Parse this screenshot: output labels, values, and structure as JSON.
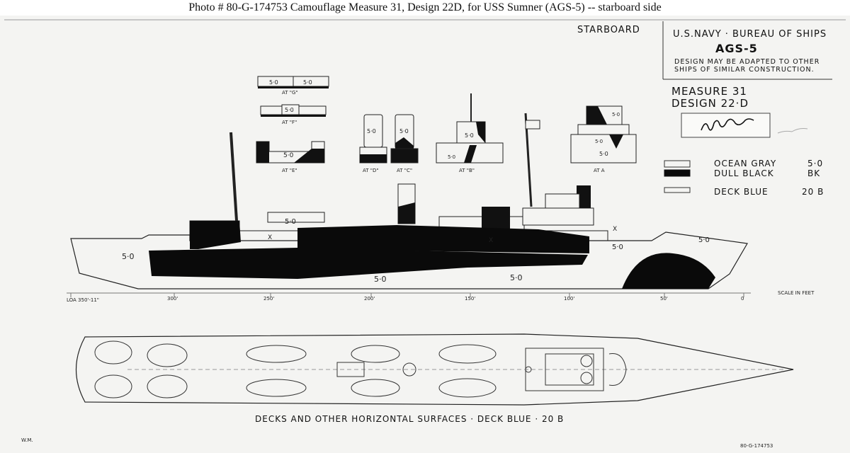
{
  "caption": "Photo #  80-G-174753     Camouflage Measure 31, Design 22D, for USS Sumner (AGS-5) -- starboard side",
  "side_label": "STARBOARD",
  "title_block": {
    "agency": "U.S.NAVY · BUREAU OF SHIPS",
    "ship": "AGS-5",
    "note_line1": "DESIGN MAY BE ADAPTED TO OTHER",
    "note_line2": "SHIPS OF SIMILAR CONSTRUCTION.",
    "measure": "MEASURE 31",
    "design": "DESIGN 22·D"
  },
  "legend": [
    {
      "name": "OCEAN GRAY",
      "code": "5·0",
      "color": "#f4f4f2"
    },
    {
      "name": "DULL BLACK",
      "code": "BK",
      "color": "#0a0a0a"
    },
    {
      "name": "DECK BLUE",
      "code": "20 B",
      "color": "#f4f4f2"
    }
  ],
  "sections": [
    {
      "label": "AT \"G\"",
      "codes": [
        "5·0",
        "5·0"
      ]
    },
    {
      "label": "AT \"F\"",
      "codes": [
        "5·0"
      ]
    },
    {
      "label": "AT \"E\"",
      "codes": [
        "5·0"
      ]
    },
    {
      "label": "AT \"D\"",
      "codes": [
        "5·0"
      ]
    },
    {
      "label": "AT \"C\"",
      "codes": [
        "5·0"
      ]
    },
    {
      "label": "AT \"B\"",
      "codes": [
        "5·0",
        "5·0"
      ]
    },
    {
      "label": "AT A",
      "codes": [
        "5·0",
        "5·0",
        "5·0"
      ]
    }
  ],
  "hull_codes": [
    "5·0",
    "5·0",
    "5·0",
    "5·0",
    "5·0",
    "5·0"
  ],
  "x_mark": "X",
  "scale": {
    "label": "SCALE IN FEET",
    "ticks": [
      "LOA 350'-11\"",
      "300'",
      "250'",
      "200'",
      "150'",
      "100'",
      "50'",
      "0"
    ]
  },
  "plan_caption": "DECKS AND OTHER HORIZONTAL SURFACES · DECK BLUE · 20 B",
  "initials": "W.M.",
  "stamp": "80-G-174753"
}
